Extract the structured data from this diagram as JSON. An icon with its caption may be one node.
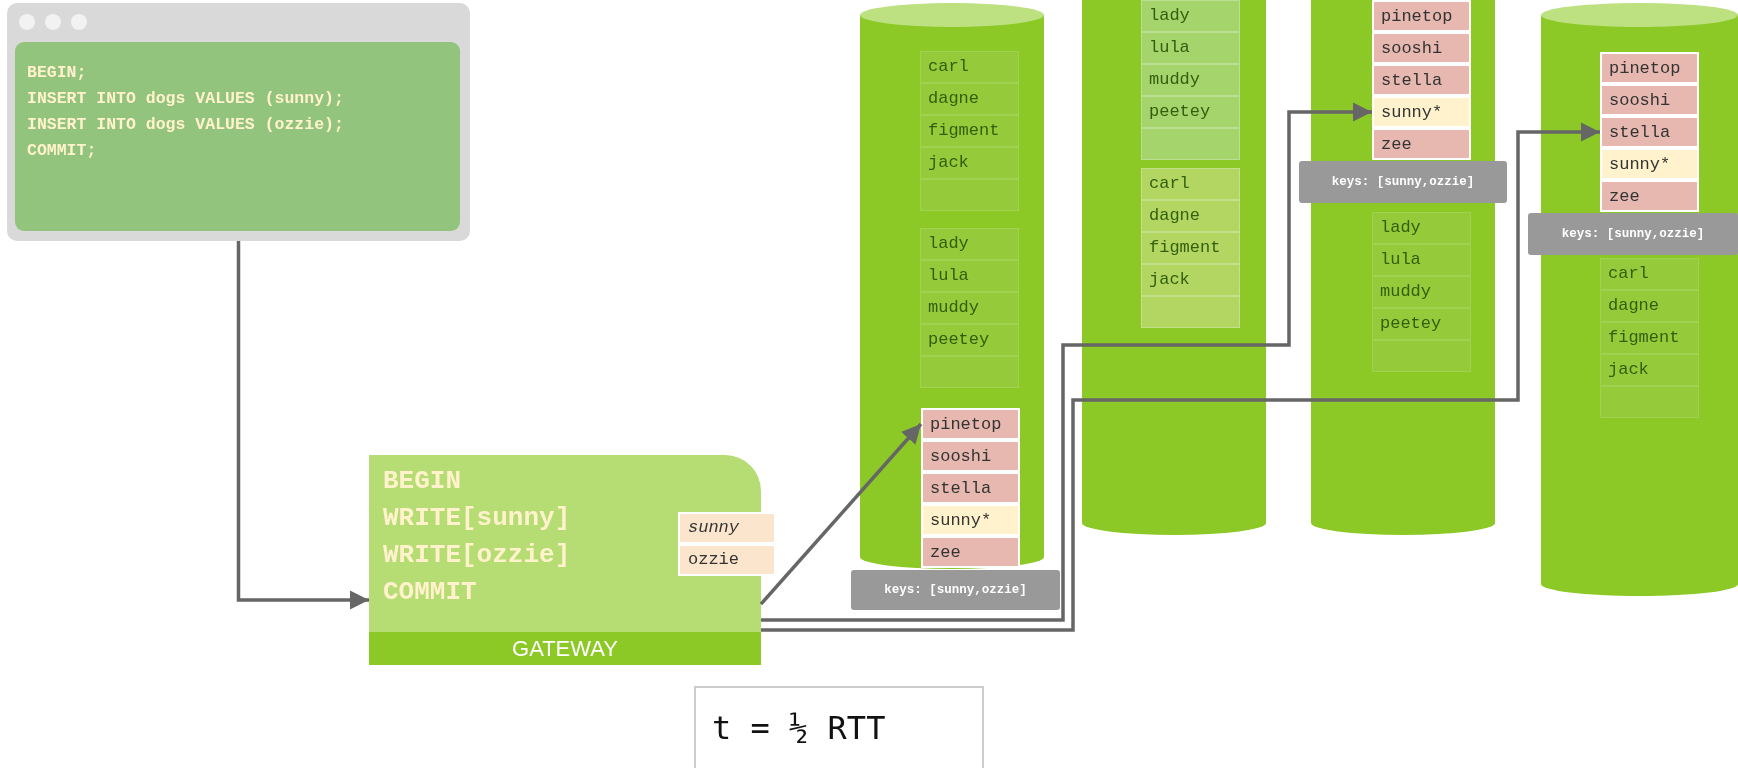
{
  "diagram": {
    "nodes": [
      {
        "text": [
          "BEGIN;",
          "INSERT INTO dogs VALUES (sunny);",
          "INSERT INTO dogs VALUES (ozzie);",
          "COMMIT;"
        ]
      },
      {
        "text": [
          "BEGIN",
          "WRITE[sunny]",
          "WRITE[ozzie]",
          "COMMIT",
          "GATEWAY"
        ]
      },
      {
        "text": [
          "sunny"
        ]
      },
      {
        "text": [
          "ozzie"
        ]
      },
      {
        "text": [],
        "shape": "cylinder"
      },
      {
        "text": [
          "carl"
        ],
        "in": 4
      },
      {
        "text": [
          "dagne"
        ],
        "in": 4
      },
      {
        "text": [
          "figment"
        ],
        "in": 4
      },
      {
        "text": [
          "jack"
        ],
        "in": 4
      },
      {
        "text": [],
        "shape": "box",
        "in": 4
      },
      {
        "text": [
          "lady"
        ],
        "in": 4
      },
      {
        "text": [
          "lula"
        ],
        "in": 4
      },
      {
        "text": [
          "muddy"
        ],
        "in": 4
      },
      {
        "text": [
          "peetey"
        ],
        "in": 4
      },
      {
        "text": [],
        "shape": "box",
        "in": 4
      },
      {
        "text": [
          "pinetop"
        ],
        "in": 4
      },
      {
        "text": [
          "sooshi"
        ],
        "in": 4
      },
      {
        "text": [
          "stella"
        ],
        "in": 4
      },
      {
        "text": [
          "sunny*"
        ],
        "in": 4
      },
      {
        "text": [
          "zee"
        ],
        "in": 4
      },
      {
        "text": [
          "keys: [sunny,ozzie]"
        ]
      },
      {
        "text": [],
        "shape": "cylinder"
      },
      {
        "text": [
          "lady"
        ],
        "in": 21
      },
      {
        "text": [
          "lula"
        ],
        "in": 21
      },
      {
        "text": [
          "muddy"
        ],
        "in": 21
      },
      {
        "text": [
          "peetey"
        ],
        "in": 21
      },
      {
        "text": [],
        "shape": "box",
        "in": 21
      },
      {
        "text": [
          "carl"
        ],
        "in": 21
      },
      {
        "text": [
          "dagne"
        ],
        "in": 21
      },
      {
        "text": [
          "figment"
        ],
        "in": 21
      },
      {
        "text": [
          "jack"
        ],
        "in": 21
      },
      {
        "text": [],
        "shape": "box",
        "in": 21
      },
      {
        "text": [],
        "shape": "cylinder"
      },
      {
        "text": [
          "pinetop"
        ],
        "in": 32
      },
      {
        "text": [
          "sooshi"
        ],
        "in": 32
      },
      {
        "text": [
          "stella"
        ],
        "in": 32
      },
      {
        "text": [
          "sunny*"
        ],
        "in": 32
      },
      {
        "text": [
          "zee"
        ],
        "in": 32
      },
      {
        "text": [
          "lady"
        ],
        "in": 32
      },
      {
        "text": [
          "lula"
        ],
        "in": 32
      },
      {
        "text": [
          "muddy"
        ],
        "in": 32
      },
      {
        "text": [
          "peetey"
        ],
        "in": 32
      },
      {
        "text": [],
        "shape": "box",
        "in": 32
      },
      {
        "text": [
          "keys: [sunny,ozzie]"
        ]
      },
      {
        "text": [],
        "shape": "cylinder"
      },
      {
        "text": [
          "pinetop"
        ],
        "in": 44
      },
      {
        "text": [
          "sooshi"
        ],
        "in": 44
      },
      {
        "text": [
          "stella"
        ],
        "in": 44
      },
      {
        "text": [
          "sunny*"
        ],
        "in": 44
      },
      {
        "text": [
          "zee"
        ],
        "in": 44
      },
      {
        "text": [
          "carl"
        ],
        "in": 44
      },
      {
        "text": [
          "dagne"
        ],
        "in": 44
      },
      {
        "text": [
          "figment"
        ],
        "in": 44
      },
      {
        "text": [
          "jack"
        ],
        "in": 44
      },
      {
        "text": [],
        "shape": "box",
        "in": 44
      },
      {
        "text": [
          "keys: [sunny,ozzie]"
        ]
      },
      {
        "text": [
          "t = ½ RTT"
        ]
      }
    ],
    "edges": [
      {
        "from": 0,
        "to": 1,
        "arrow": "to"
      },
      {
        "from": 1,
        "to": 15,
        "arrow": "to"
      },
      {
        "from": 1,
        "to": 36,
        "arrow": "to"
      },
      {
        "from": 1,
        "to": 47,
        "arrow": "to"
      }
    ]
  }
}
